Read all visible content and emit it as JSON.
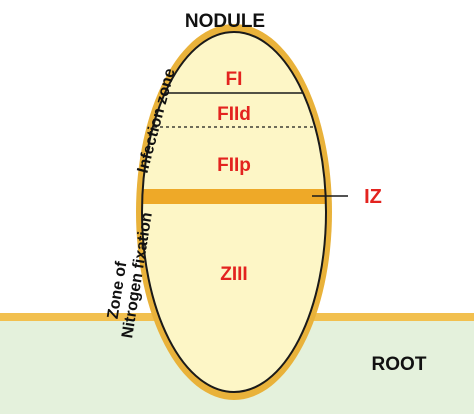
{
  "title": "NODULE",
  "root_label": "ROOT",
  "zones": {
    "fi": "FI",
    "fiid": "FIId",
    "fiip": "FIIp",
    "ziii": "ZIII",
    "iz": "IZ"
  },
  "side_labels": {
    "infection_zone": "Infection zone",
    "zone_of": "Zone of",
    "nitrogen_fixation": "Nitrogen fixation"
  },
  "colors": {
    "root_fill": "#e4f1dc",
    "root_surface": "#f2c04f",
    "nodule_fill": "#fdf6c6",
    "nodule_outline": "#e9b23a",
    "nodule_border": "#1a1a1a",
    "iz_band": "#eea928",
    "zone_text": "#e3231f",
    "label_text": "#111111"
  }
}
